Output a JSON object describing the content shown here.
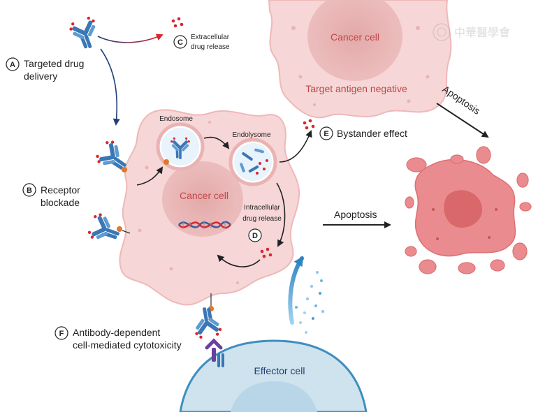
{
  "labels": {
    "a_targeted_line1": "Targeted drug",
    "a_targeted_line2": "delivery",
    "c_extracellular_line1": "Extracellular",
    "c_extracellular_line2": "drug release",
    "b_receptor_line1": "Receptor",
    "b_receptor_line2": "blockade",
    "f_adcc_line1": "Antibody-dependent",
    "f_adcc_line2": "cell-mediated cytotoxicity",
    "e_bystander": "Bystander effect",
    "d_intracellular_line1": "Intracellular",
    "d_intracellular_line2": "drug release",
    "endosome": "Endosome",
    "endolysosome": "Endolysome",
    "cancer_cell_main": "Cancer cell",
    "cancer_cell_top": "Cancer cell",
    "target_antigen_negative": "Target antigen negative",
    "apoptosis_diag": "Apoptosis",
    "apoptosis_main": "Apoptosis",
    "effector_cell": "Effector cell",
    "watermark": "中華醫學會"
  },
  "badges": {
    "a": "A",
    "b": "B",
    "c": "C",
    "d": "D",
    "e": "E",
    "f": "F"
  },
  "colors": {
    "cell_fill": "#f6d6d6",
    "cell_stroke": "#efb8b8",
    "nucleus": "#eab3b3",
    "cancer_text": "#c0474a",
    "antibody_blue": "#3a77b5",
    "drug_red": "#d8262d",
    "effector_fill": "#cfe3ef",
    "effector_stroke": "#3f8ec0",
    "apoptotic": "#ea8c8f",
    "arrow_navy": "#1f3f75",
    "arrow_red": "#d8262d"
  }
}
